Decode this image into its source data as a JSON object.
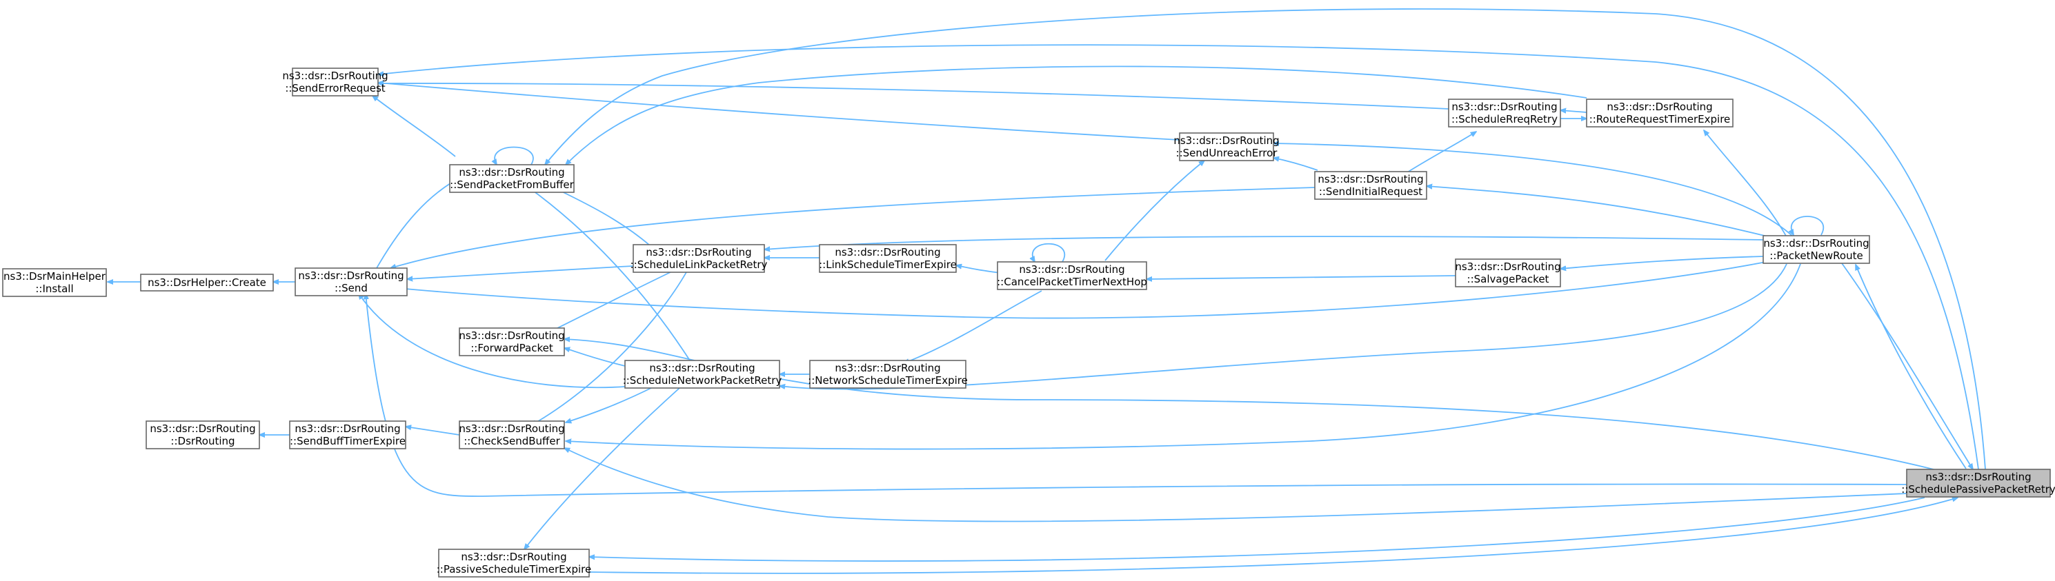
{
  "graph": {
    "colors": {
      "edge": "#63b8ff",
      "node_border": "#666666",
      "node_fill": "#ffffff",
      "root_fill": "#bfbfbf"
    },
    "nodes": [
      {
        "id": "mainhelper",
        "lines": [
          "ns3::DsrMainHelper",
          "::Install"
        ]
      },
      {
        "id": "helpercreate",
        "lines": [
          "ns3::DsrHelper::Create"
        ]
      },
      {
        "id": "send",
        "lines": [
          "ns3::dsr::DsrRouting",
          "::Send"
        ]
      },
      {
        "id": "dsrrouting",
        "lines": [
          "ns3::dsr::DsrRouting",
          "::DsrRouting"
        ]
      },
      {
        "id": "sendbufftimer",
        "lines": [
          "ns3::dsr::DsrRouting",
          "::SendBuffTimerExpire"
        ]
      },
      {
        "id": "senderror",
        "lines": [
          "ns3::dsr::DsrRouting",
          "::SendErrorRequest"
        ]
      },
      {
        "id": "sendfrombuffer",
        "lines": [
          "ns3::dsr::DsrRouting",
          "::SendPacketFromBuffer"
        ]
      },
      {
        "id": "forward",
        "lines": [
          "ns3::dsr::DsrRouting",
          "::ForwardPacket"
        ]
      },
      {
        "id": "checksend",
        "lines": [
          "ns3::dsr::DsrRouting",
          "::CheckSendBuffer"
        ]
      },
      {
        "id": "passivetimer",
        "lines": [
          "ns3::dsr::DsrRouting",
          "::PassiveScheduleTimerExpire"
        ]
      },
      {
        "id": "linkretry",
        "lines": [
          "ns3::dsr::DsrRouting",
          "::ScheduleLinkPacketRetry"
        ]
      },
      {
        "id": "netretry",
        "lines": [
          "ns3::dsr::DsrRouting",
          "::ScheduleNetworkPacketRetry"
        ]
      },
      {
        "id": "linktimer",
        "lines": [
          "ns3::dsr::DsrRouting",
          "::LinkScheduleTimerExpire"
        ]
      },
      {
        "id": "nettimer",
        "lines": [
          "ns3::dsr::DsrRouting",
          "::NetworkScheduleTimerExpire"
        ]
      },
      {
        "id": "cancel",
        "lines": [
          "ns3::dsr::DsrRouting",
          "::CancelPacketTimerNextHop"
        ]
      },
      {
        "id": "unreach",
        "lines": [
          "ns3::dsr::DsrRouting",
          "::SendUnreachError"
        ]
      },
      {
        "id": "initreq",
        "lines": [
          "ns3::dsr::DsrRouting",
          "::SendInitialRequest"
        ]
      },
      {
        "id": "rreqretry",
        "lines": [
          "ns3::dsr::DsrRouting",
          "::ScheduleRreqRetry"
        ]
      },
      {
        "id": "rrtimer",
        "lines": [
          "ns3::dsr::DsrRouting",
          "::RouteRequestTimerExpire"
        ]
      },
      {
        "id": "salvage",
        "lines": [
          "ns3::dsr::DsrRouting",
          "::SalvagePacket"
        ]
      },
      {
        "id": "newroute",
        "lines": [
          "ns3::dsr::DsrRouting",
          "::PacketNewRoute"
        ]
      },
      {
        "id": "passiveretry",
        "lines": [
          "ns3::dsr::DsrRouting",
          "::SchedulePassivePacketRetry"
        ],
        "root": true
      }
    ]
  }
}
